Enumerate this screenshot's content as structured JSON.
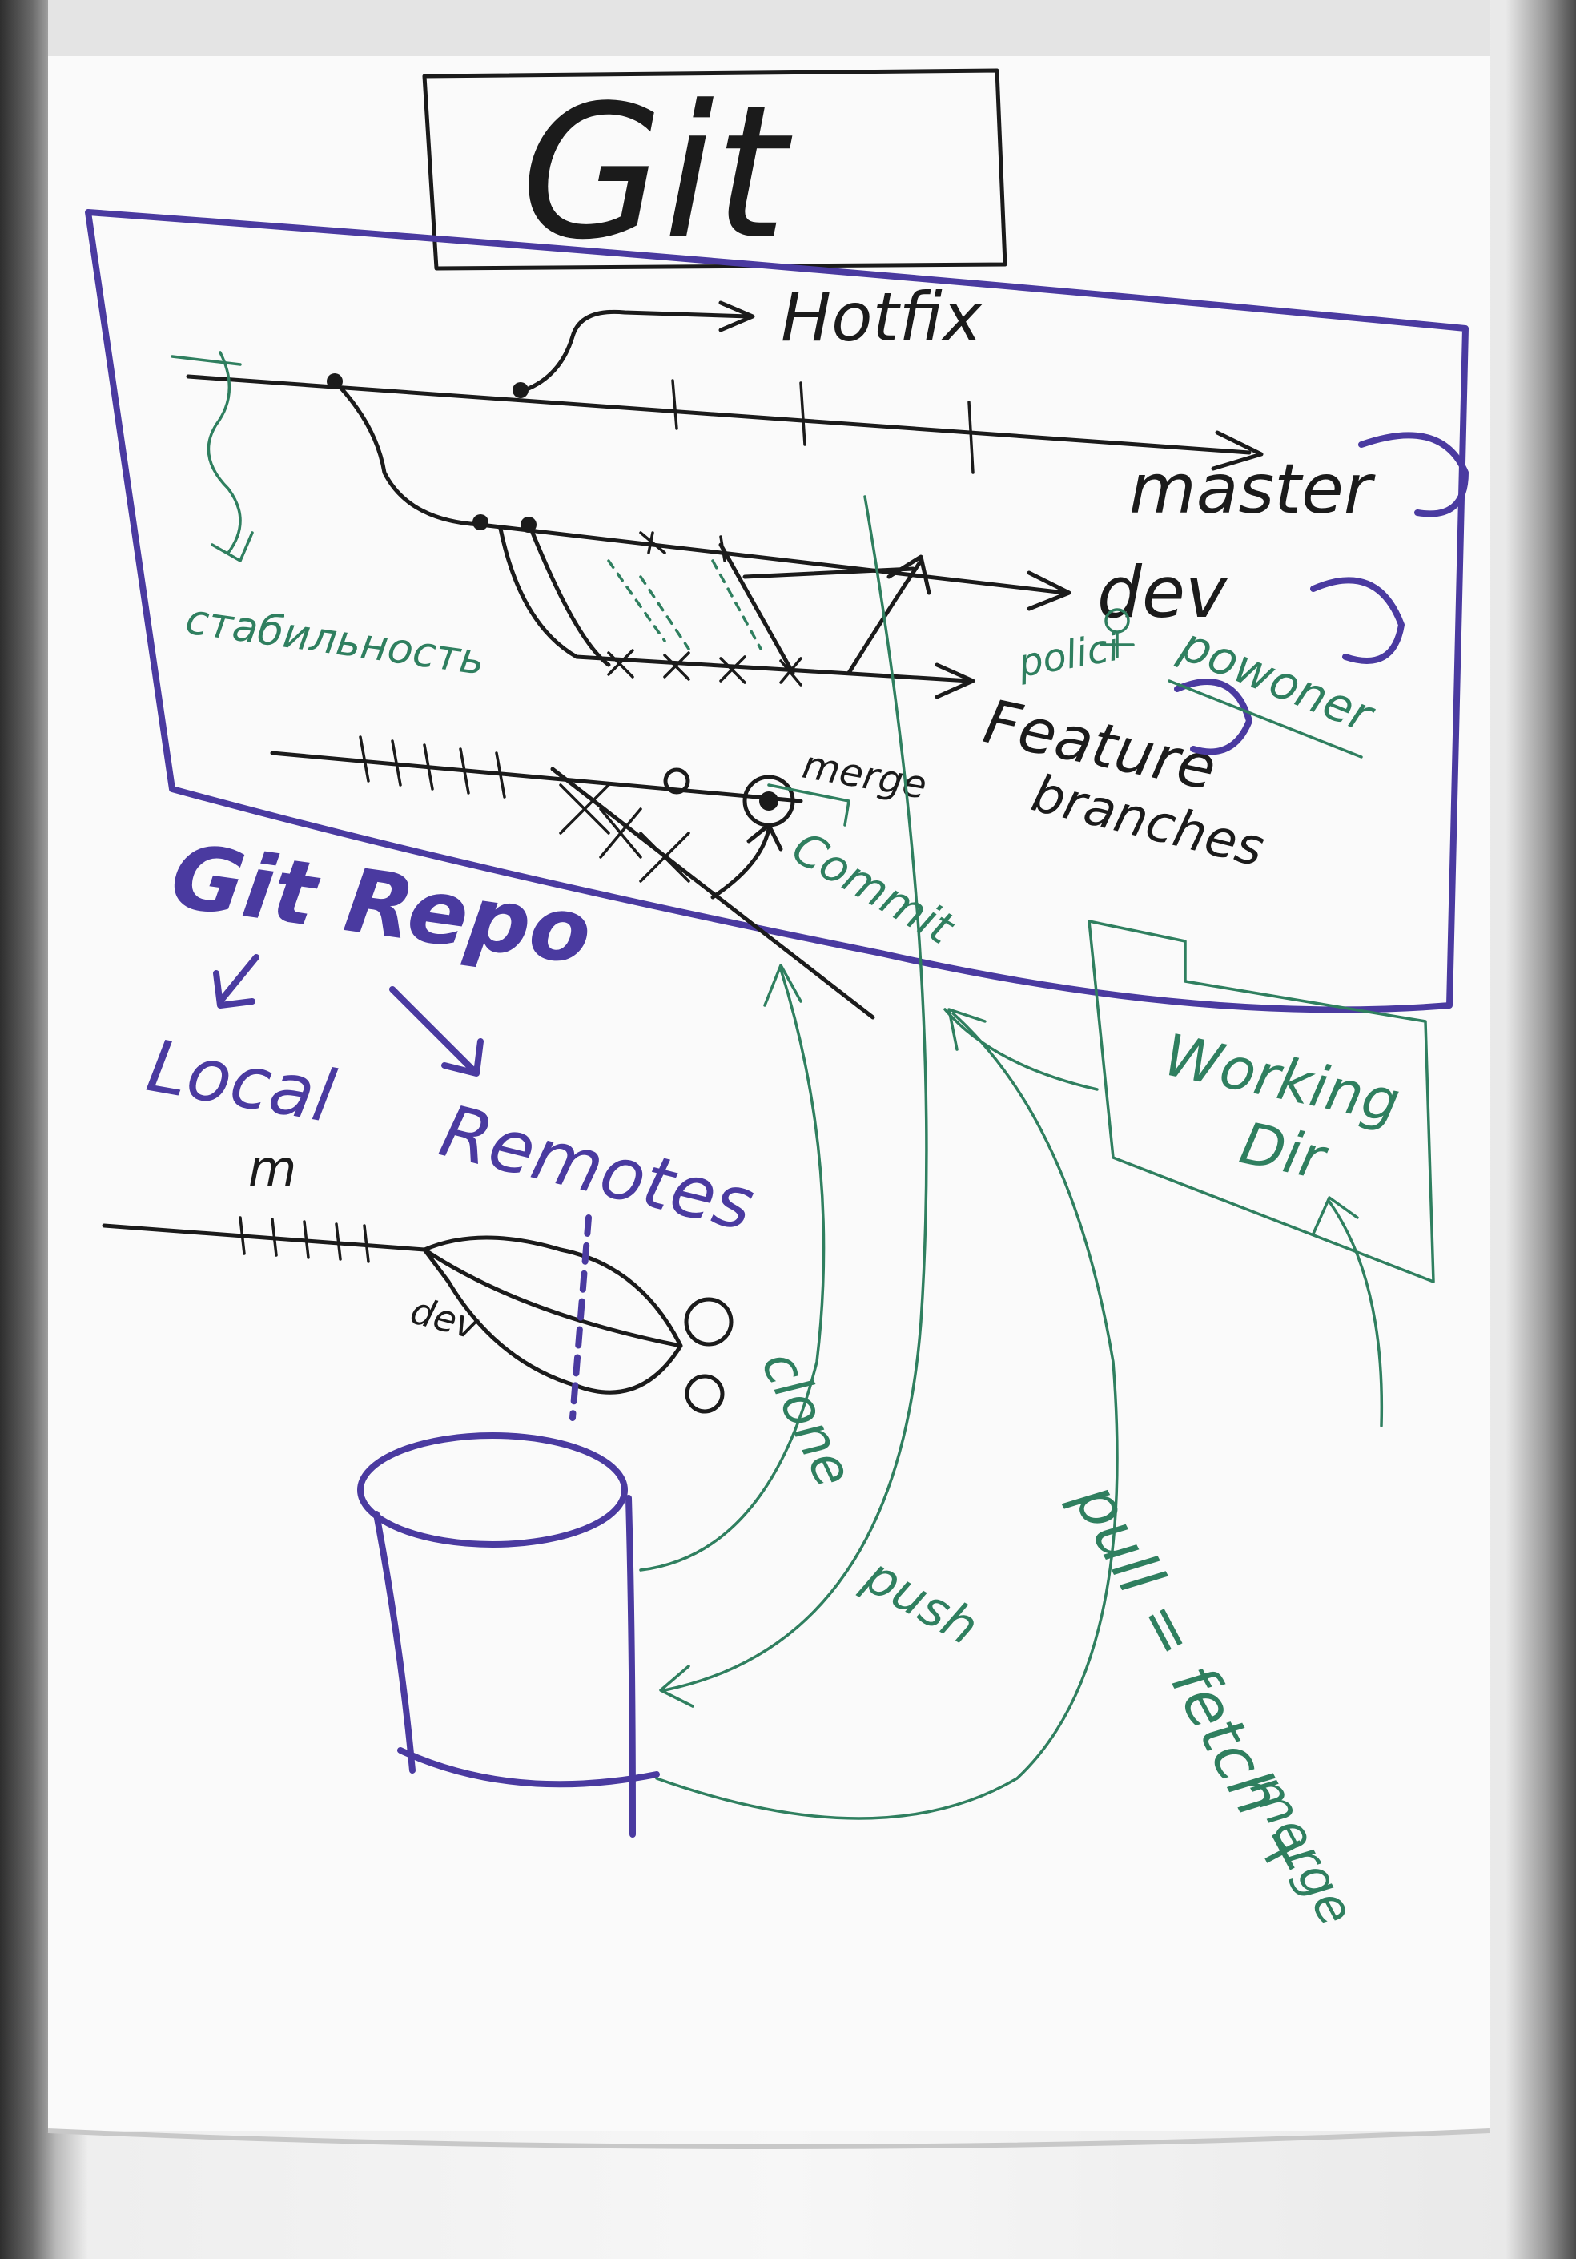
{
  "labels": {
    "title": "Git",
    "hotfix": "Hotfix",
    "master": "master",
    "dev": "dev",
    "feature": "Feature",
    "branches": "branches",
    "stability": "стабильность",
    "polici": "polici",
    "owner": "powoner",
    "merge": "merge",
    "commit": "Commit",
    "git_repo": "Git Repo",
    "local": "Local",
    "remotes": "Remotes",
    "m": "m",
    "dev_small": "dev",
    "working": "Working",
    "dir": "Dir",
    "clone": "clone",
    "push": "push",
    "pull": "pull = fetch +",
    "merge2": "merge"
  },
  "colors": {
    "paper": "#f7f7f7",
    "black_marker": "#1b1b1b",
    "purple_marker": "#4a3aa0",
    "green_marker": "#2f7f5f"
  }
}
